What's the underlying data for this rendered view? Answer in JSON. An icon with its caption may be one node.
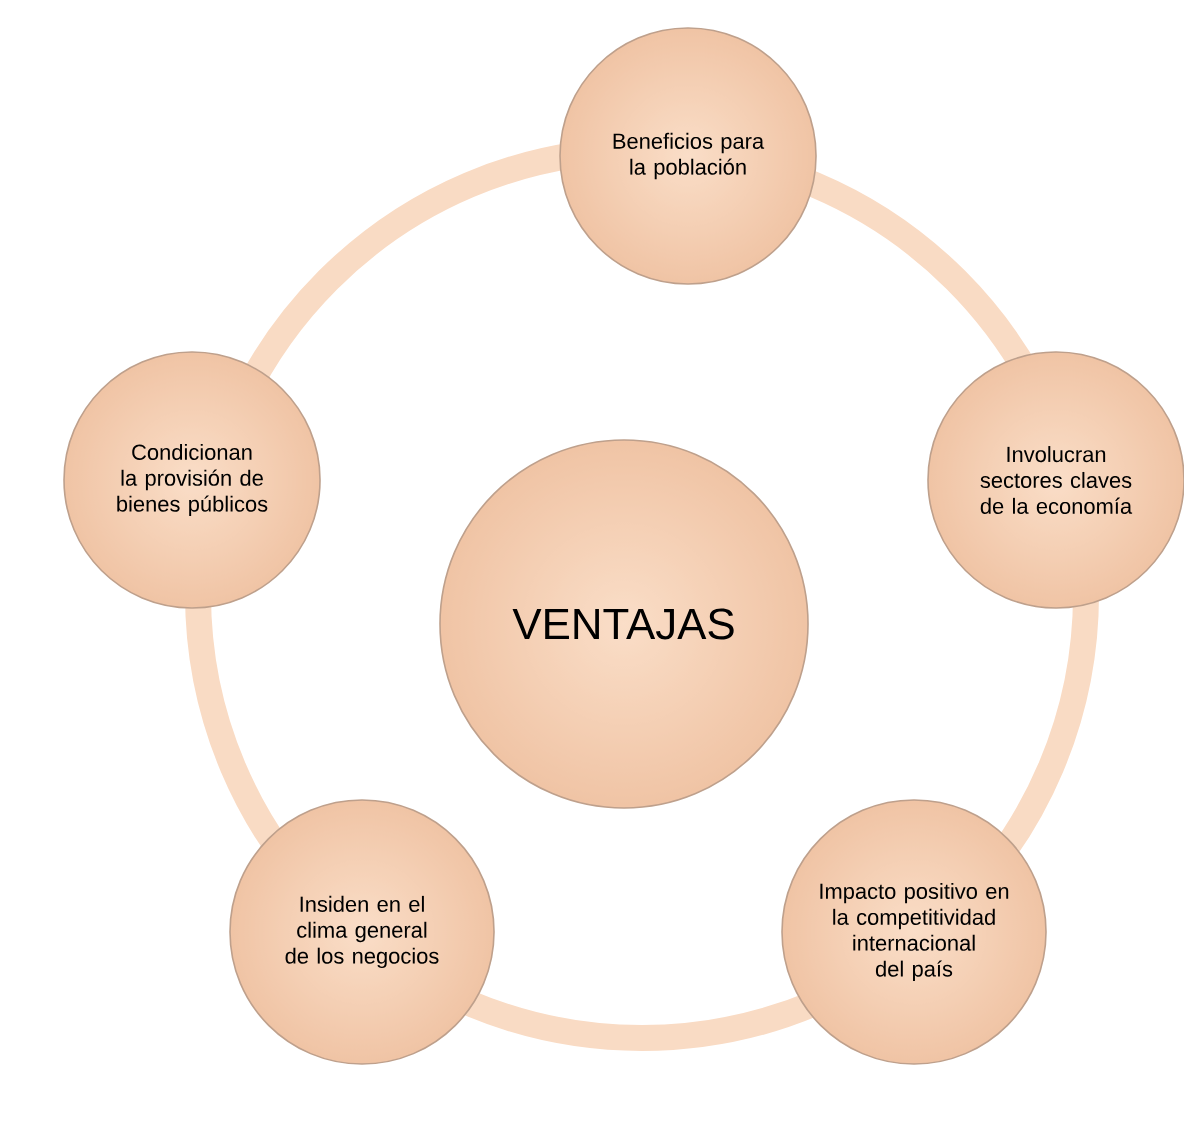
{
  "diagram": {
    "nodes": [
      {
        "text": [
          "VENTAJAS"
        ]
      },
      {
        "text": [
          "Beneficios para la población"
        ]
      },
      {
        "text": [
          "Involucran sectores claves de la economía"
        ]
      },
      {
        "text": [
          "Impacto positivo en la competitividad internacional del país"
        ]
      },
      {
        "text": [
          "Insiden en el clima general de los negocios"
        ]
      },
      {
        "text": [
          "Condicionan la provisión de bienes públicos"
        ]
      }
    ]
  }
}
